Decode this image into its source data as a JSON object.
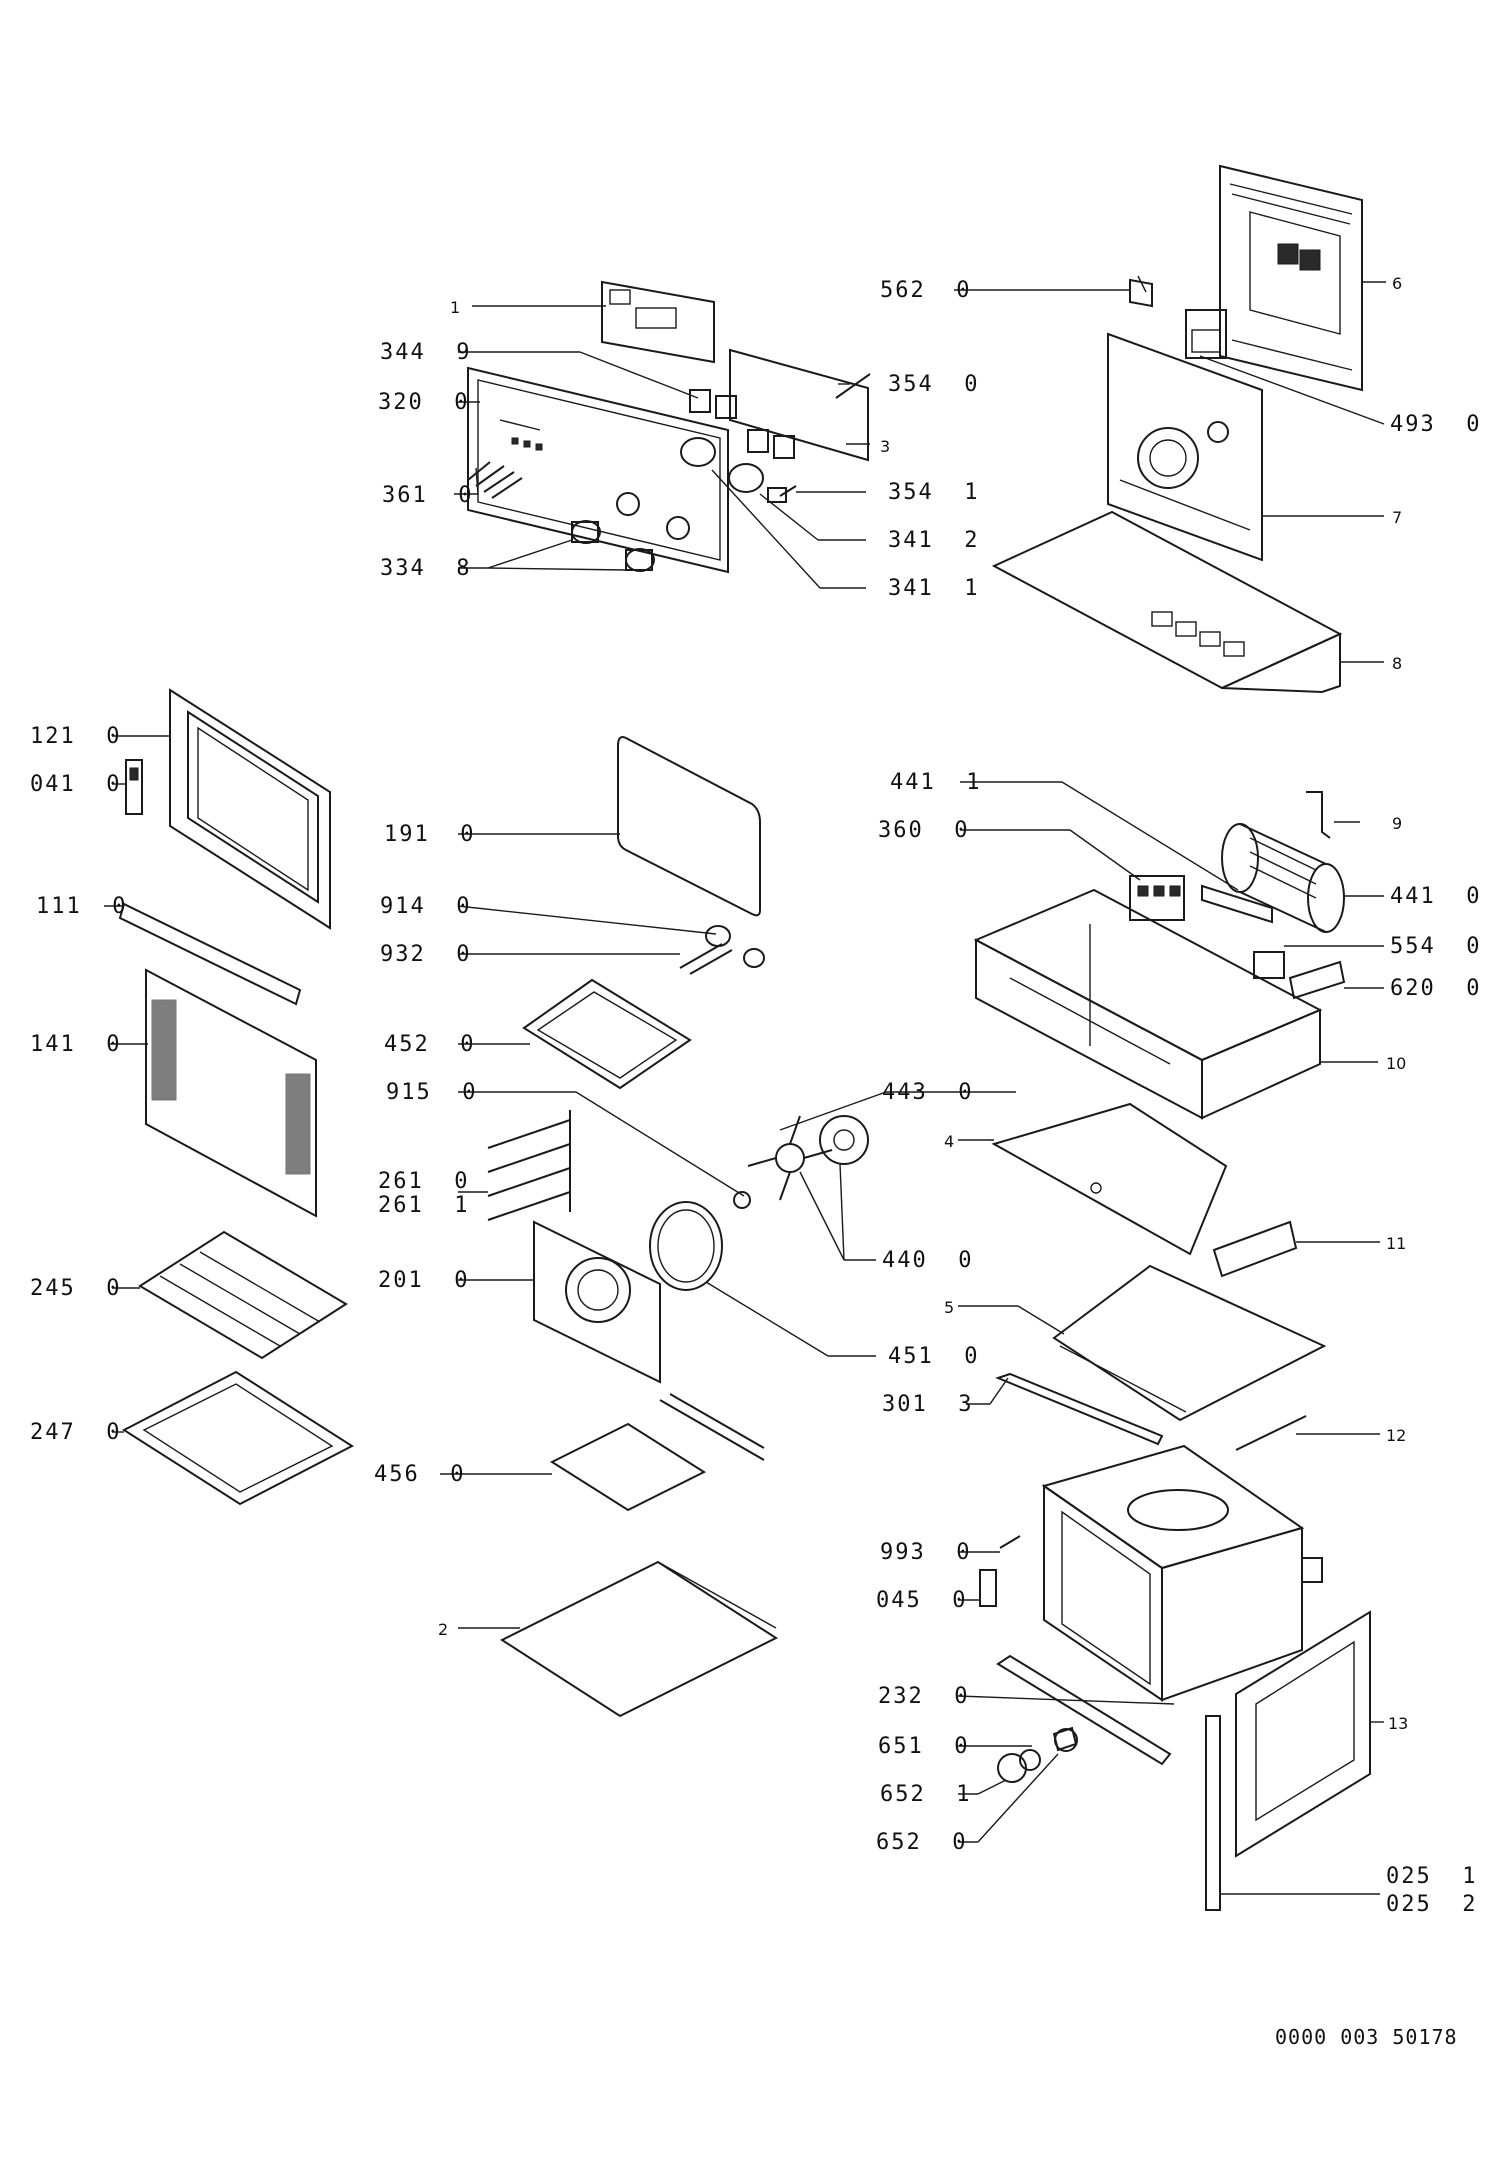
{
  "document": {
    "number": "0000 003 50178"
  },
  "labels": {
    "l1": "1",
    "l2": "2",
    "l3": "3",
    "l4": "4",
    "l5": "5",
    "l6": "6",
    "l7": "7",
    "l8": "8",
    "l9": "9",
    "l10": "10",
    "l11": "11",
    "l12": "12",
    "l13": "13",
    "l562_0": "562  0",
    "l344_9": "344  9",
    "l320_0": "320  0",
    "l354_0": "354  0",
    "l493_0": "493  0",
    "l361_0": "361  0",
    "l354_1": "354  1",
    "l341_2": "341  2",
    "l334_8": "334  8",
    "l341_1": "341  1",
    "l121_0": "121  0",
    "l041_0": "041  0",
    "l191_0": "191  0",
    "l441_1": "441  1",
    "l360_0": "360  0",
    "l441_0": "441  0",
    "l111_0": "111  0",
    "l914_0": "914  0",
    "l932_0": "932  0",
    "l554_0": "554  0",
    "l620_0": "620  0",
    "l141_0": "141  0",
    "l452_0": "452  0",
    "l915_0": "915  0",
    "l443_0": "443  0",
    "l261_0": "261  0",
    "l261_1": "261  1",
    "l245_0": "245  0",
    "l201_0": "201  0",
    "l440_0": "440  0",
    "l451_0": "451  0",
    "l301_3": "301  3",
    "l247_0": "247  0",
    "l456_0": "456  0",
    "l993_0": "993  0",
    "l045_0": "045  0",
    "l232_0": "232  0",
    "l651_0": "651  0",
    "l652_1": "652  1",
    "l652_0": "652  0",
    "l025_1": "025  1",
    "l025_2": "025  2"
  }
}
